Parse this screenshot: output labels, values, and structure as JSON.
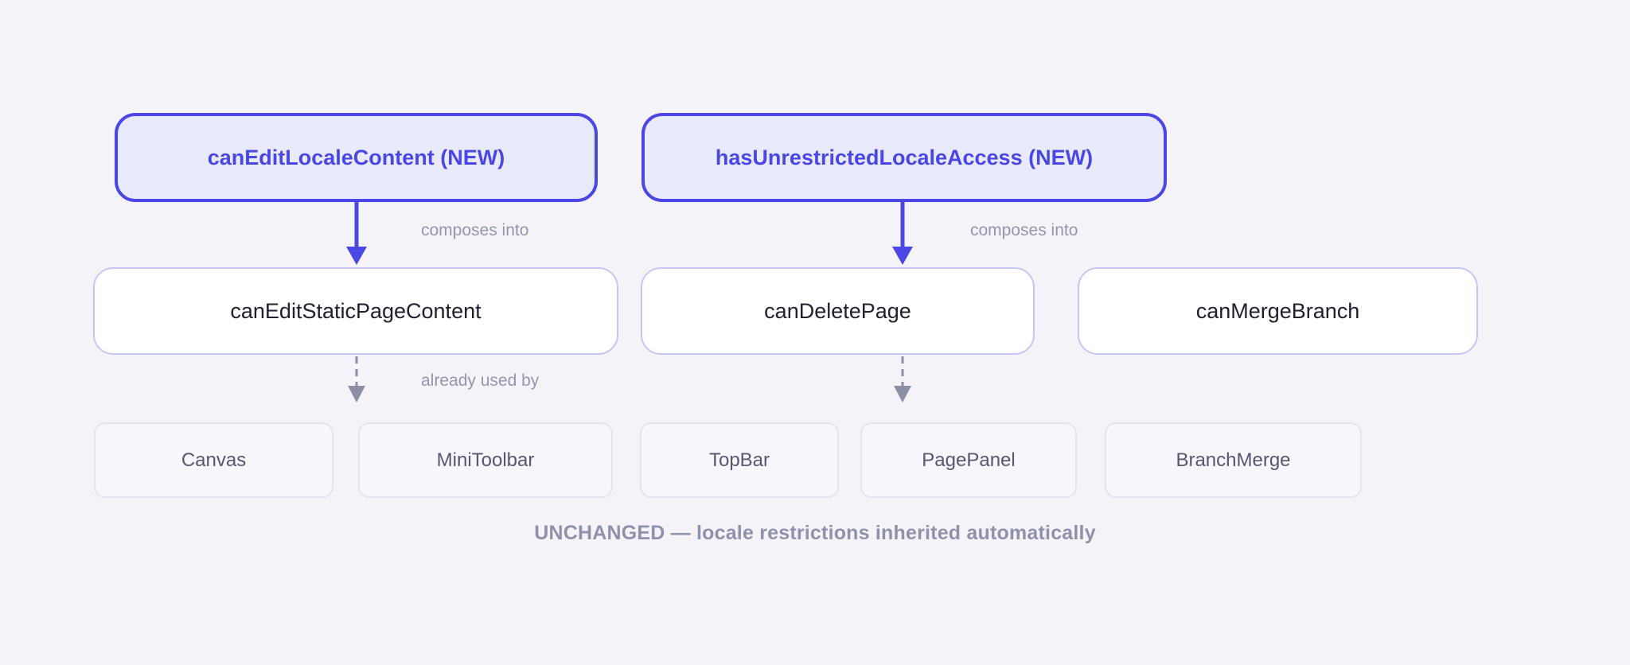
{
  "diagram": {
    "new_permissions": [
      {
        "label": "canEditLocaleContent (NEW)"
      },
      {
        "label": "hasUnrestrictedLocaleAccess (NEW)"
      }
    ],
    "edge_labels": {
      "composes_into": "composes into",
      "already_used_by": "already used by"
    },
    "existing_permissions": [
      {
        "label": "canEditStaticPageContent"
      },
      {
        "label": "canDeletePage"
      },
      {
        "label": "canMergeBranch"
      }
    ],
    "consumers": [
      {
        "label": "Canvas"
      },
      {
        "label": "MiniToolbar"
      },
      {
        "label": "TopBar"
      },
      {
        "label": "PagePanel"
      },
      {
        "label": "BranchMerge"
      }
    ],
    "caption": "UNCHANGED — locale restrictions inherited automatically",
    "colors": {
      "background": "#f4f4f8",
      "accent": "#4a47e6",
      "accent_fill": "#e9eafb",
      "mid_border": "#c4c7f3",
      "mid_fill": "#ffffff",
      "mid_text": "#20212f",
      "leaf_border": "#e4e4ee",
      "leaf_fill": "#f7f7fb",
      "leaf_text": "#565670",
      "edge_label_text": "#9396ac",
      "dashed_arrow": "#8b8ea4",
      "caption_text": "#8f91ac"
    }
  }
}
